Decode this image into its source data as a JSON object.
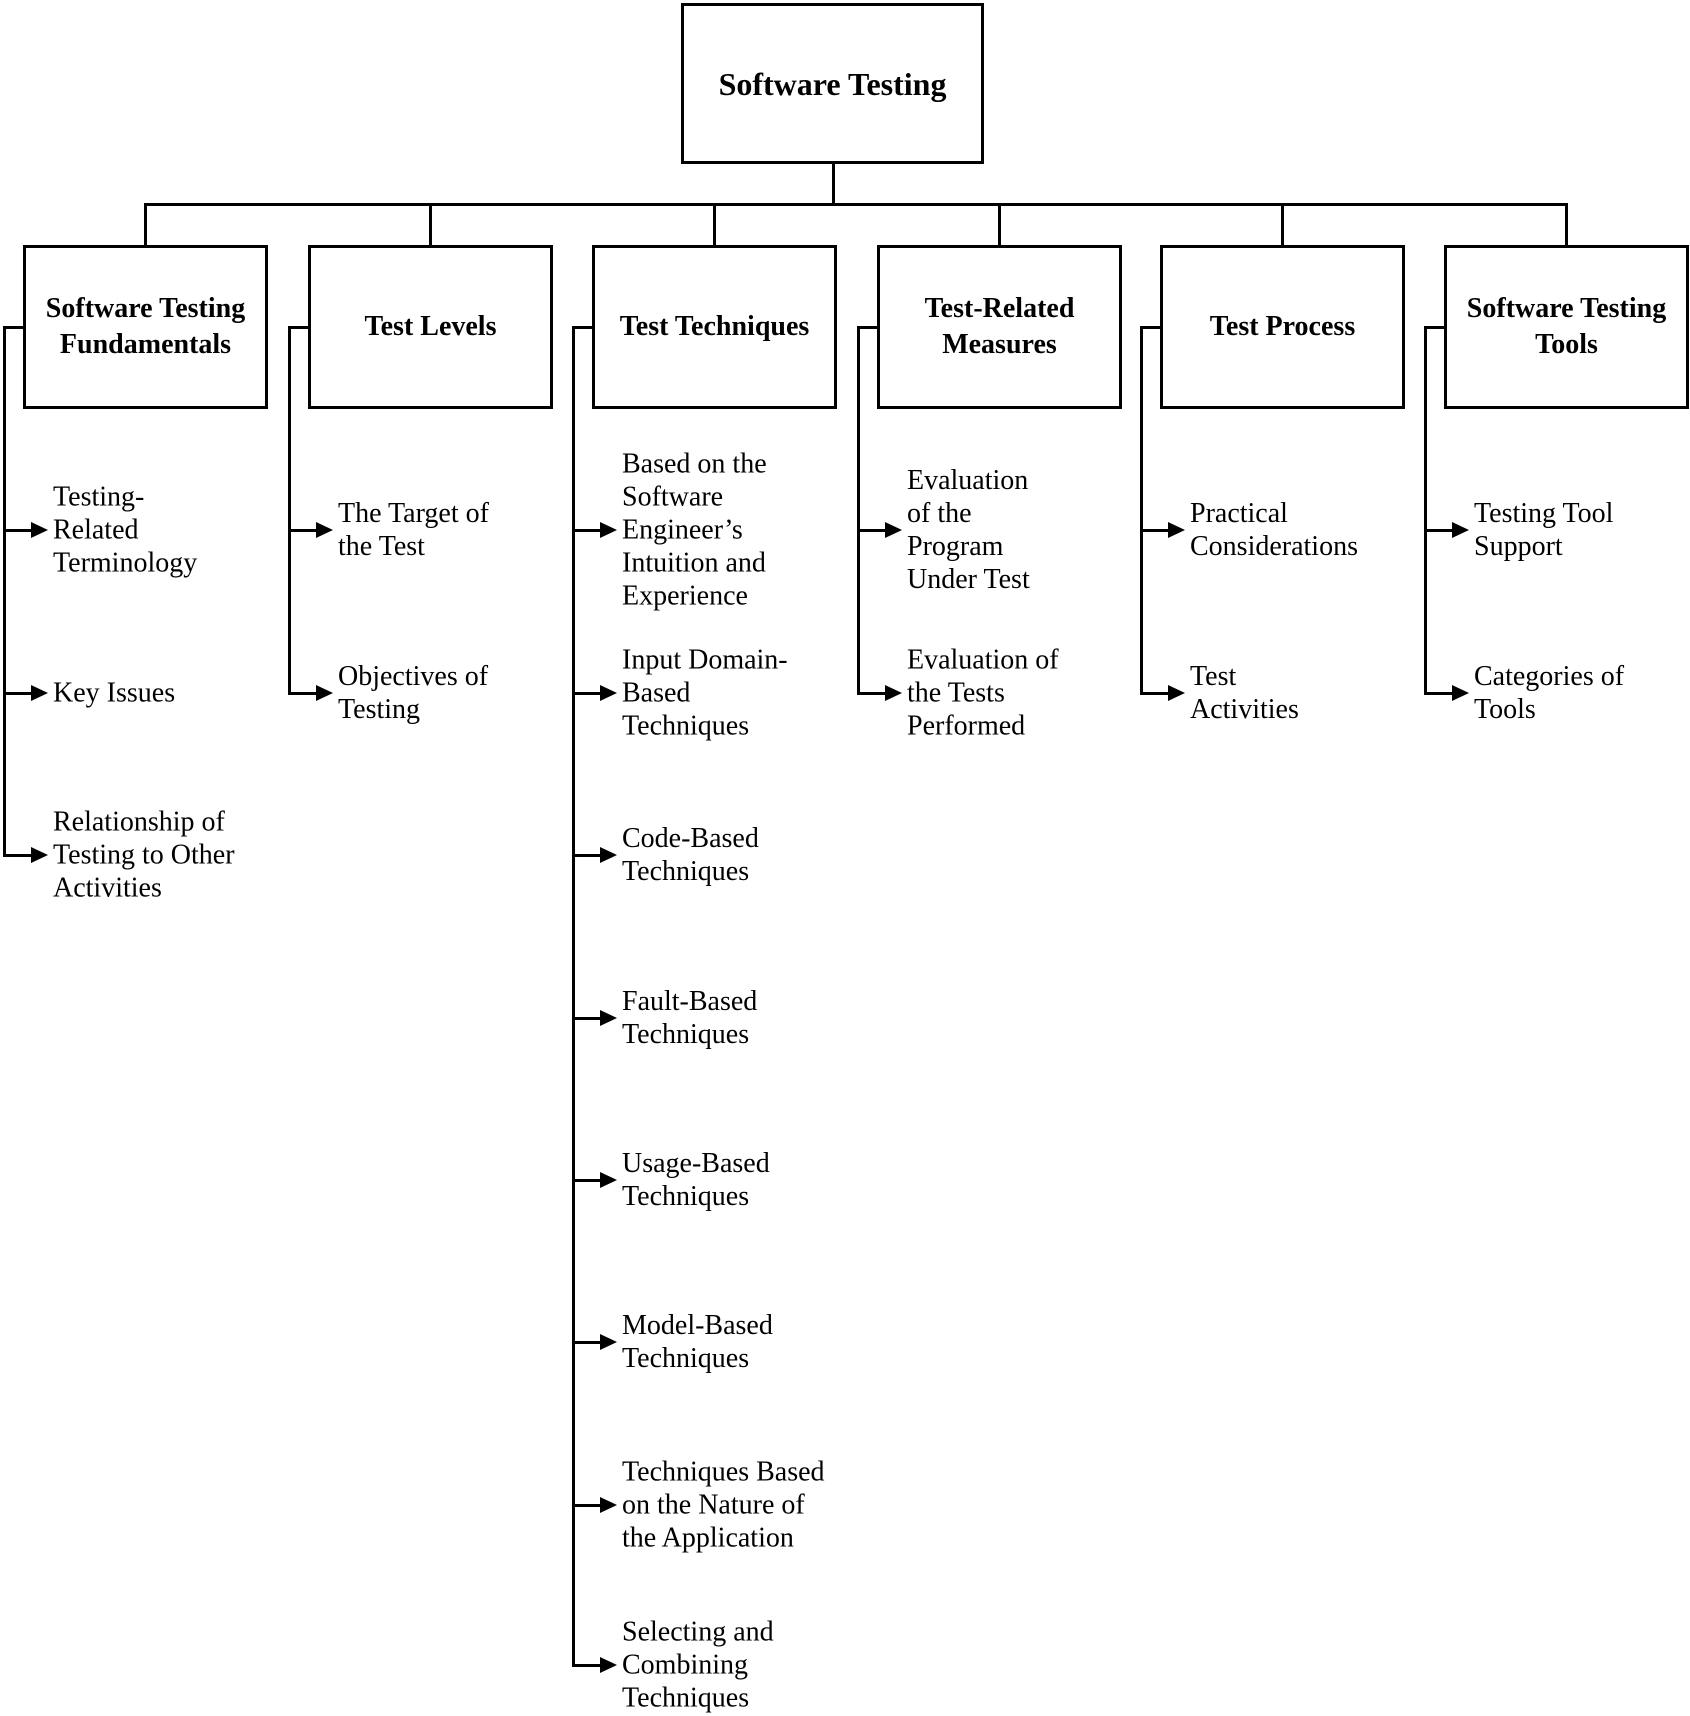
{
  "root": {
    "heading": [
      "Software Testing"
    ]
  },
  "columns": [
    {
      "heading": [
        "Software Testing",
        "Fundamentals"
      ],
      "items": [
        {
          "lines": [
            "Testing-",
            "Related",
            "Terminology"
          ]
        },
        {
          "lines": [
            "Key Issues"
          ]
        },
        {
          "lines": [
            "Relationship of",
            "Testing to Other",
            "Activities"
          ]
        }
      ]
    },
    {
      "heading": [
        "Test Levels"
      ],
      "items": [
        {
          "lines": [
            "The Target of",
            "the Test"
          ]
        },
        {
          "lines": [
            "Objectives of",
            "Testing"
          ]
        }
      ]
    },
    {
      "heading": [
        "Test Techniques"
      ],
      "items": [
        {
          "lines": [
            "Based on the",
            "Software",
            "Engineer’s",
            "Intuition and",
            "Experience"
          ]
        },
        {
          "lines": [
            "Input Domain-",
            "Based",
            "Techniques"
          ]
        },
        {
          "lines": [
            "Code-Based",
            "Techniques"
          ]
        },
        {
          "lines": [
            "Fault-Based",
            "Techniques"
          ]
        },
        {
          "lines": [
            "Usage-Based",
            "Techniques"
          ]
        },
        {
          "lines": [
            "Model-Based",
            "Techniques"
          ]
        },
        {
          "lines": [
            "Techniques Based",
            "on the Nature of",
            "the Application"
          ]
        },
        {
          "lines": [
            "Selecting and",
            "Combining",
            "Techniques"
          ]
        }
      ]
    },
    {
      "heading": [
        "Test-Related",
        "Measures"
      ],
      "items": [
        {
          "lines": [
            "Evaluation",
            "of the",
            "Program",
            "Under Test"
          ]
        },
        {
          "lines": [
            "Evaluation of",
            "the Tests",
            "Performed"
          ]
        }
      ]
    },
    {
      "heading": [
        "Test Process"
      ],
      "items": [
        {
          "lines": [
            "Practical",
            "Considerations"
          ]
        },
        {
          "lines": [
            "Test",
            "Activities"
          ]
        }
      ]
    },
    {
      "heading": [
        "Software Testing",
        "Tools"
      ],
      "items": [
        {
          "lines": [
            "Testing Tool",
            "Support"
          ]
        },
        {
          "lines": [
            "Categories of",
            "Tools"
          ]
        }
      ]
    }
  ],
  "colors": {
    "line": "#000000",
    "text": "#000000",
    "background": "#ffffff"
  }
}
